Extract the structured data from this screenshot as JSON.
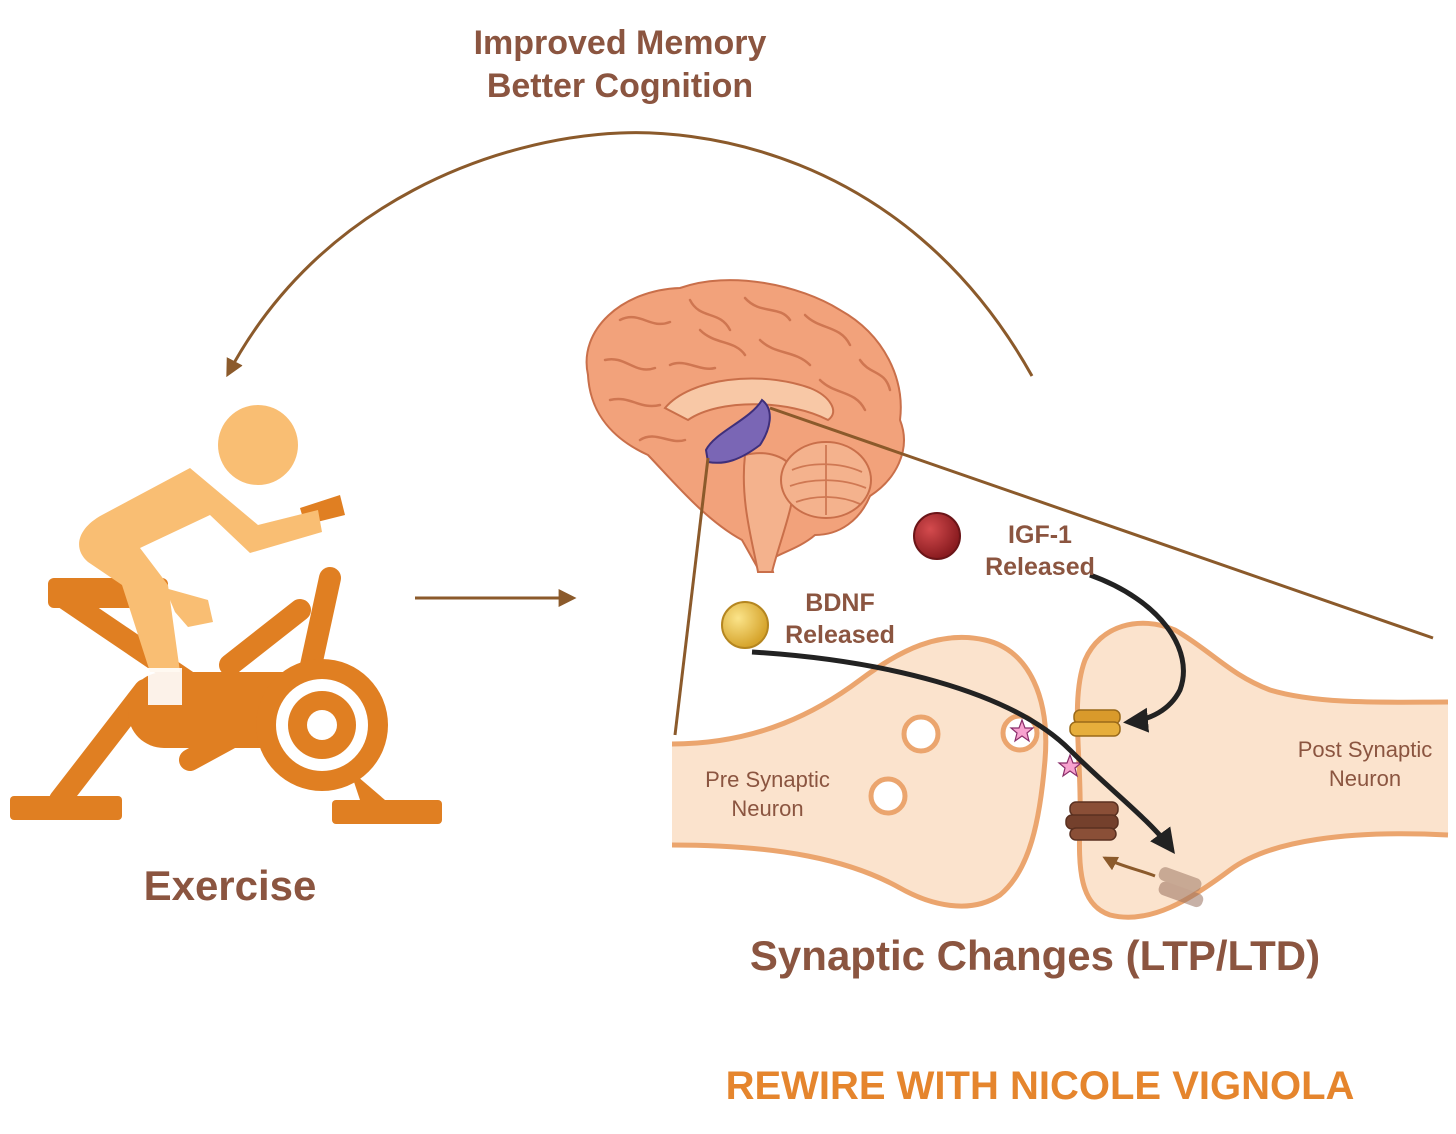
{
  "top_caption": {
    "line1": "Improved Memory",
    "line2": "Better Cognition"
  },
  "exercise": {
    "label": "Exercise",
    "icon": "stationary-bike-rider-icon"
  },
  "brain": {
    "icon": "brain-sagittal-icon",
    "highlight": "hippocampus"
  },
  "molecules": {
    "bdnf": {
      "line1": "BDNF",
      "line2": "Released",
      "color": "#e2b53a"
    },
    "igf1": {
      "line1": "IGF-1",
      "line2": "Released",
      "color": "#a1262b"
    }
  },
  "synapse": {
    "pre_line1": "Pre Synaptic",
    "pre_line2": "Neuron",
    "post_line1": "Post Synaptic",
    "post_line2": "Neuron",
    "title": "Synaptic Changes (LTP/LTD)"
  },
  "brand": "REWIRE WITH NICOLE VIGNOLA",
  "colors": {
    "text_brown": "#8b5540",
    "arrow_brown": "#8b5a2b",
    "orange": "#e07f22",
    "skin": "#f9be73",
    "brand_orange": "#e5852d",
    "neuron_fill": "#fbe3cd",
    "neuron_stroke": "#eba56e",
    "brain_fill": "#f2a27b",
    "hippocampus": "#7a66b5"
  }
}
